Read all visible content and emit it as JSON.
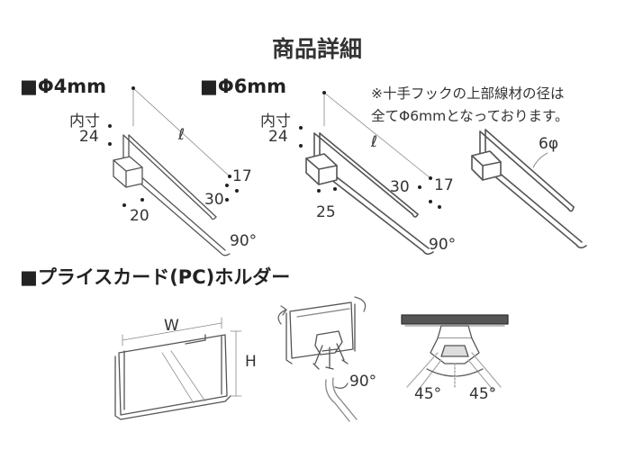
{
  "title": "商品詳細",
  "hook_4mm": {
    "heading": "■Φ4mm",
    "inner_label": "内寸",
    "dim_inner": "24",
    "dim_base": "20",
    "dim_length": "ℓ",
    "dim_rise": "17",
    "dim_tip": "30",
    "angle": "90°"
  },
  "hook_6mm": {
    "heading": "■Φ6mm",
    "inner_label": "内寸",
    "dim_inner": "24",
    "dim_base": "25",
    "dim_length": "ℓ",
    "dim_rise": "17",
    "dim_tip": "30",
    "angle": "90°"
  },
  "note": {
    "line1": "※十手フックの上部線材の径は",
    "line2": "全てΦ6mmとなっております。",
    "wire_label": "6φ"
  },
  "pc_holder": {
    "heading": "■プライスカード(PC)ホルダー",
    "width_label": "W",
    "height_label": "H",
    "angle": "90°",
    "tilt_left": "45°",
    "tilt_right": "45°"
  }
}
